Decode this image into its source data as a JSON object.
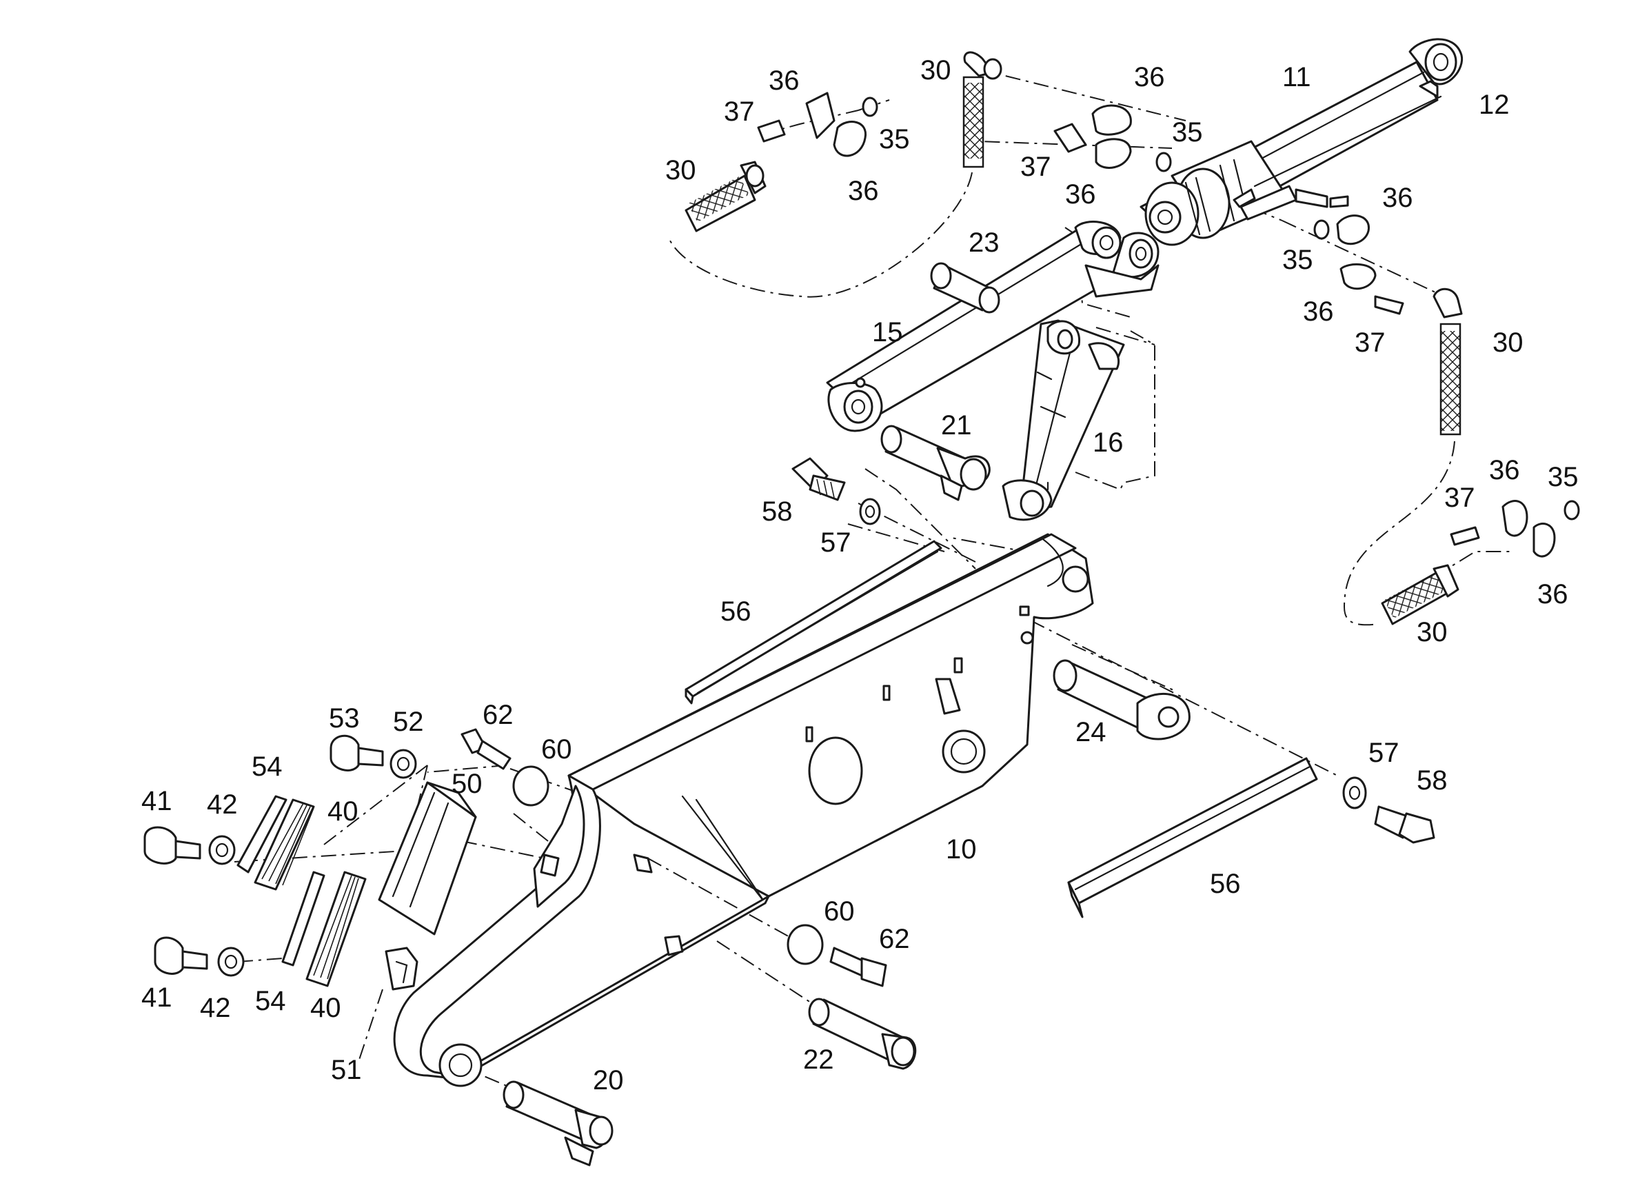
{
  "callouts": [
    {
      "id": "c-30a",
      "text": "30"
    },
    {
      "id": "c-36a",
      "text": "36"
    },
    {
      "id": "c-37a",
      "text": "37"
    },
    {
      "id": "c-35a",
      "text": "35"
    },
    {
      "id": "c-30b",
      "text": "30"
    },
    {
      "id": "c-36b",
      "text": "36"
    },
    {
      "id": "c-36c",
      "text": "36"
    },
    {
      "id": "c-35b",
      "text": "35"
    },
    {
      "id": "c-37b",
      "text": "37"
    },
    {
      "id": "c-36d",
      "text": "36"
    },
    {
      "id": "c-11",
      "text": "11"
    },
    {
      "id": "c-12",
      "text": "12"
    },
    {
      "id": "c-36e",
      "text": "36"
    },
    {
      "id": "c-35c",
      "text": "35"
    },
    {
      "id": "c-36f",
      "text": "36"
    },
    {
      "id": "c-37c",
      "text": "37"
    },
    {
      "id": "c-30c",
      "text": "30"
    },
    {
      "id": "c-23",
      "text": "23"
    },
    {
      "id": "c-15",
      "text": "15"
    },
    {
      "id": "c-21",
      "text": "21"
    },
    {
      "id": "c-16",
      "text": "16"
    },
    {
      "id": "c-58a",
      "text": "58"
    },
    {
      "id": "c-57a",
      "text": "57"
    },
    {
      "id": "c-36g",
      "text": "36"
    },
    {
      "id": "c-35d",
      "text": "35"
    },
    {
      "id": "c-37d",
      "text": "37"
    },
    {
      "id": "c-36h",
      "text": "36"
    },
    {
      "id": "c-30d",
      "text": "30"
    },
    {
      "id": "c-56a",
      "text": "56"
    },
    {
      "id": "c-24",
      "text": "24"
    },
    {
      "id": "c-53",
      "text": "53"
    },
    {
      "id": "c-52",
      "text": "52"
    },
    {
      "id": "c-62a",
      "text": "62"
    },
    {
      "id": "c-60a",
      "text": "60"
    },
    {
      "id": "c-54a",
      "text": "54"
    },
    {
      "id": "c-50",
      "text": "50"
    },
    {
      "id": "c-41a",
      "text": "41"
    },
    {
      "id": "c-42a",
      "text": "42"
    },
    {
      "id": "c-40a",
      "text": "40"
    },
    {
      "id": "c-10",
      "text": "10"
    },
    {
      "id": "c-57b",
      "text": "57"
    },
    {
      "id": "c-58b",
      "text": "58"
    },
    {
      "id": "c-56b",
      "text": "56"
    },
    {
      "id": "c-60b",
      "text": "60"
    },
    {
      "id": "c-62b",
      "text": "62"
    },
    {
      "id": "c-41b",
      "text": "41"
    },
    {
      "id": "c-42b",
      "text": "42"
    },
    {
      "id": "c-54b",
      "text": "54"
    },
    {
      "id": "c-40b",
      "text": "40"
    },
    {
      "id": "c-22",
      "text": "22"
    },
    {
      "id": "c-51",
      "text": "51"
    },
    {
      "id": "c-20",
      "text": "20"
    }
  ]
}
